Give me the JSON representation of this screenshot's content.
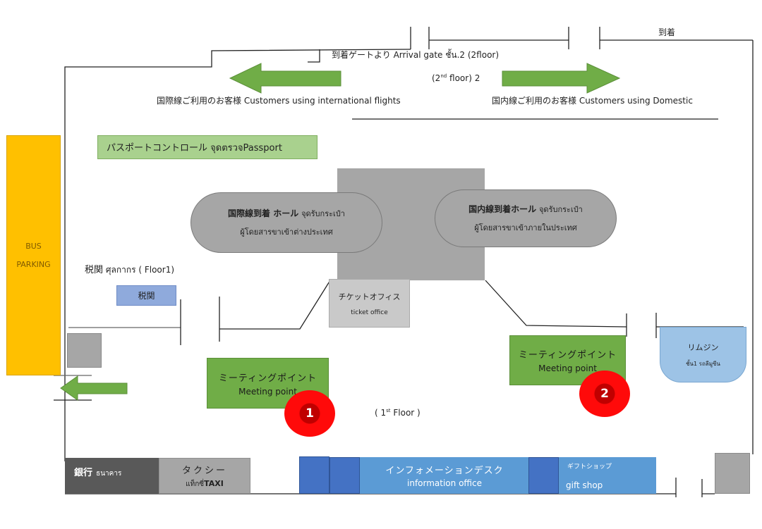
{
  "title": "Airport arrival floor map",
  "top": {
    "arrival_gate_label": "到着ゲートより Arrival gate ชั้น.2 (2floor)",
    "second_floor_label_prefix": "(2",
    "second_floor_label_sup": "nd",
    "second_floor_label_suffix": " floor) 2",
    "international_label": "国際線ご利用のお客様  Customers using international flights",
    "domestic_label": "国内線ご利用のお客様  Customers using Domestic",
    "arrival_corner_label": "到着"
  },
  "areas": {
    "bus_parking": [
      "BUS",
      "PARKING"
    ],
    "passport_control": "パスポートコントロール จุดตรวจPassport",
    "customs_heading_ja": "税関",
    "customs_heading_th": "ศุลกากร ( Floor1)",
    "customs_box": "税関",
    "intl_hall_line1_ja": "国際線到着 ホール",
    "intl_hall_line1_th": "จุดรับกระเป๋า",
    "intl_hall_line2": "ผู้โดยสารขาเข้าต่างประเทศ",
    "dom_hall_line1_ja": "国内線到着ホール",
    "dom_hall_line1_th": "จุดรับกระเป๋า",
    "dom_hall_line2": "ผู้โดยสารขาเข้าภายในประเทศ",
    "ticket_office_ja": "チケットオフィス",
    "ticket_office_en": "ticket office",
    "meeting_point_1_ja": "ミーティングポイント",
    "meeting_point_1_en": "Meeting point",
    "meeting_point_2_ja": "ミーティングポイント",
    "meeting_point_2_en": "Meeting point",
    "badge_1": "1",
    "badge_2": "2",
    "first_floor_prefix": "( 1",
    "first_floor_sup": "st",
    "first_floor_suffix": "  Floor )",
    "limousine_ja": "リムジン",
    "limousine_th": "ชั้น1 รถลีมูซีน",
    "bank_ja": "銀行",
    "bank_th": "ธนาคาร",
    "taxi_ja": "タクシー",
    "taxi_th": "แท็กซี่",
    "taxi_en": "TAXI",
    "info_ja": "インフォメーションデスク",
    "info_en": "information office",
    "gift_ja": "ギフトショップ",
    "gift_en": "gift shop"
  },
  "colors": {
    "arrow_green": "#70ad47",
    "bus_parking": "#ffc000",
    "info_blue": "#5b9bd5",
    "info_dark_blue": "#4472c4",
    "badge_red": "#ff0000",
    "hall_gray": "#a6a6a6"
  }
}
